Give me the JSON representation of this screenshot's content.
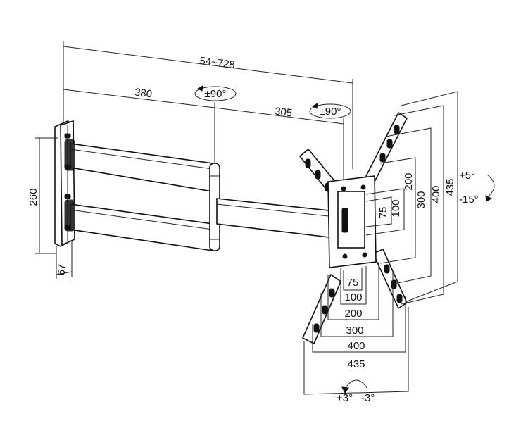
{
  "colors": {
    "stroke": "#111111",
    "background": "#ffffff"
  },
  "dimensions": {
    "extension": "54~728",
    "arm_primary": "380",
    "arm_secondary": "305",
    "plate_height": "260",
    "plate_depth": "67",
    "vesa_v": [
      "75",
      "100",
      "200",
      "300",
      "400",
      "435"
    ],
    "vesa_h": [
      "75",
      "100",
      "200",
      "300",
      "400",
      "435"
    ]
  },
  "rotation": {
    "swivel_1": "±90°",
    "swivel_2": "±90°",
    "tilt_up": "+5°",
    "tilt_down": "-15°",
    "level_pos": "+3°",
    "level_neg": "-3°"
  }
}
